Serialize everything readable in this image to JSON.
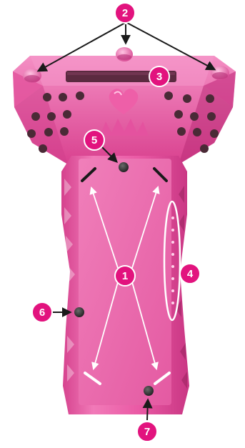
{
  "colors": {
    "body_main": "#ea4f9f",
    "body_dark": "#c2357d",
    "body_light": "#f585bf",
    "callout_fill": "#e2137e",
    "callout_text": "#ffffff",
    "arrow_black": "#1a1a1a",
    "arrow_white": "#ffffff",
    "hole": "#4a2a36",
    "screw": "#3a3a3a"
  },
  "callouts": {
    "c1": "1",
    "c2": "2",
    "c3": "3",
    "c4": "4",
    "c5": "5",
    "c6": "6",
    "c7": "7"
  }
}
